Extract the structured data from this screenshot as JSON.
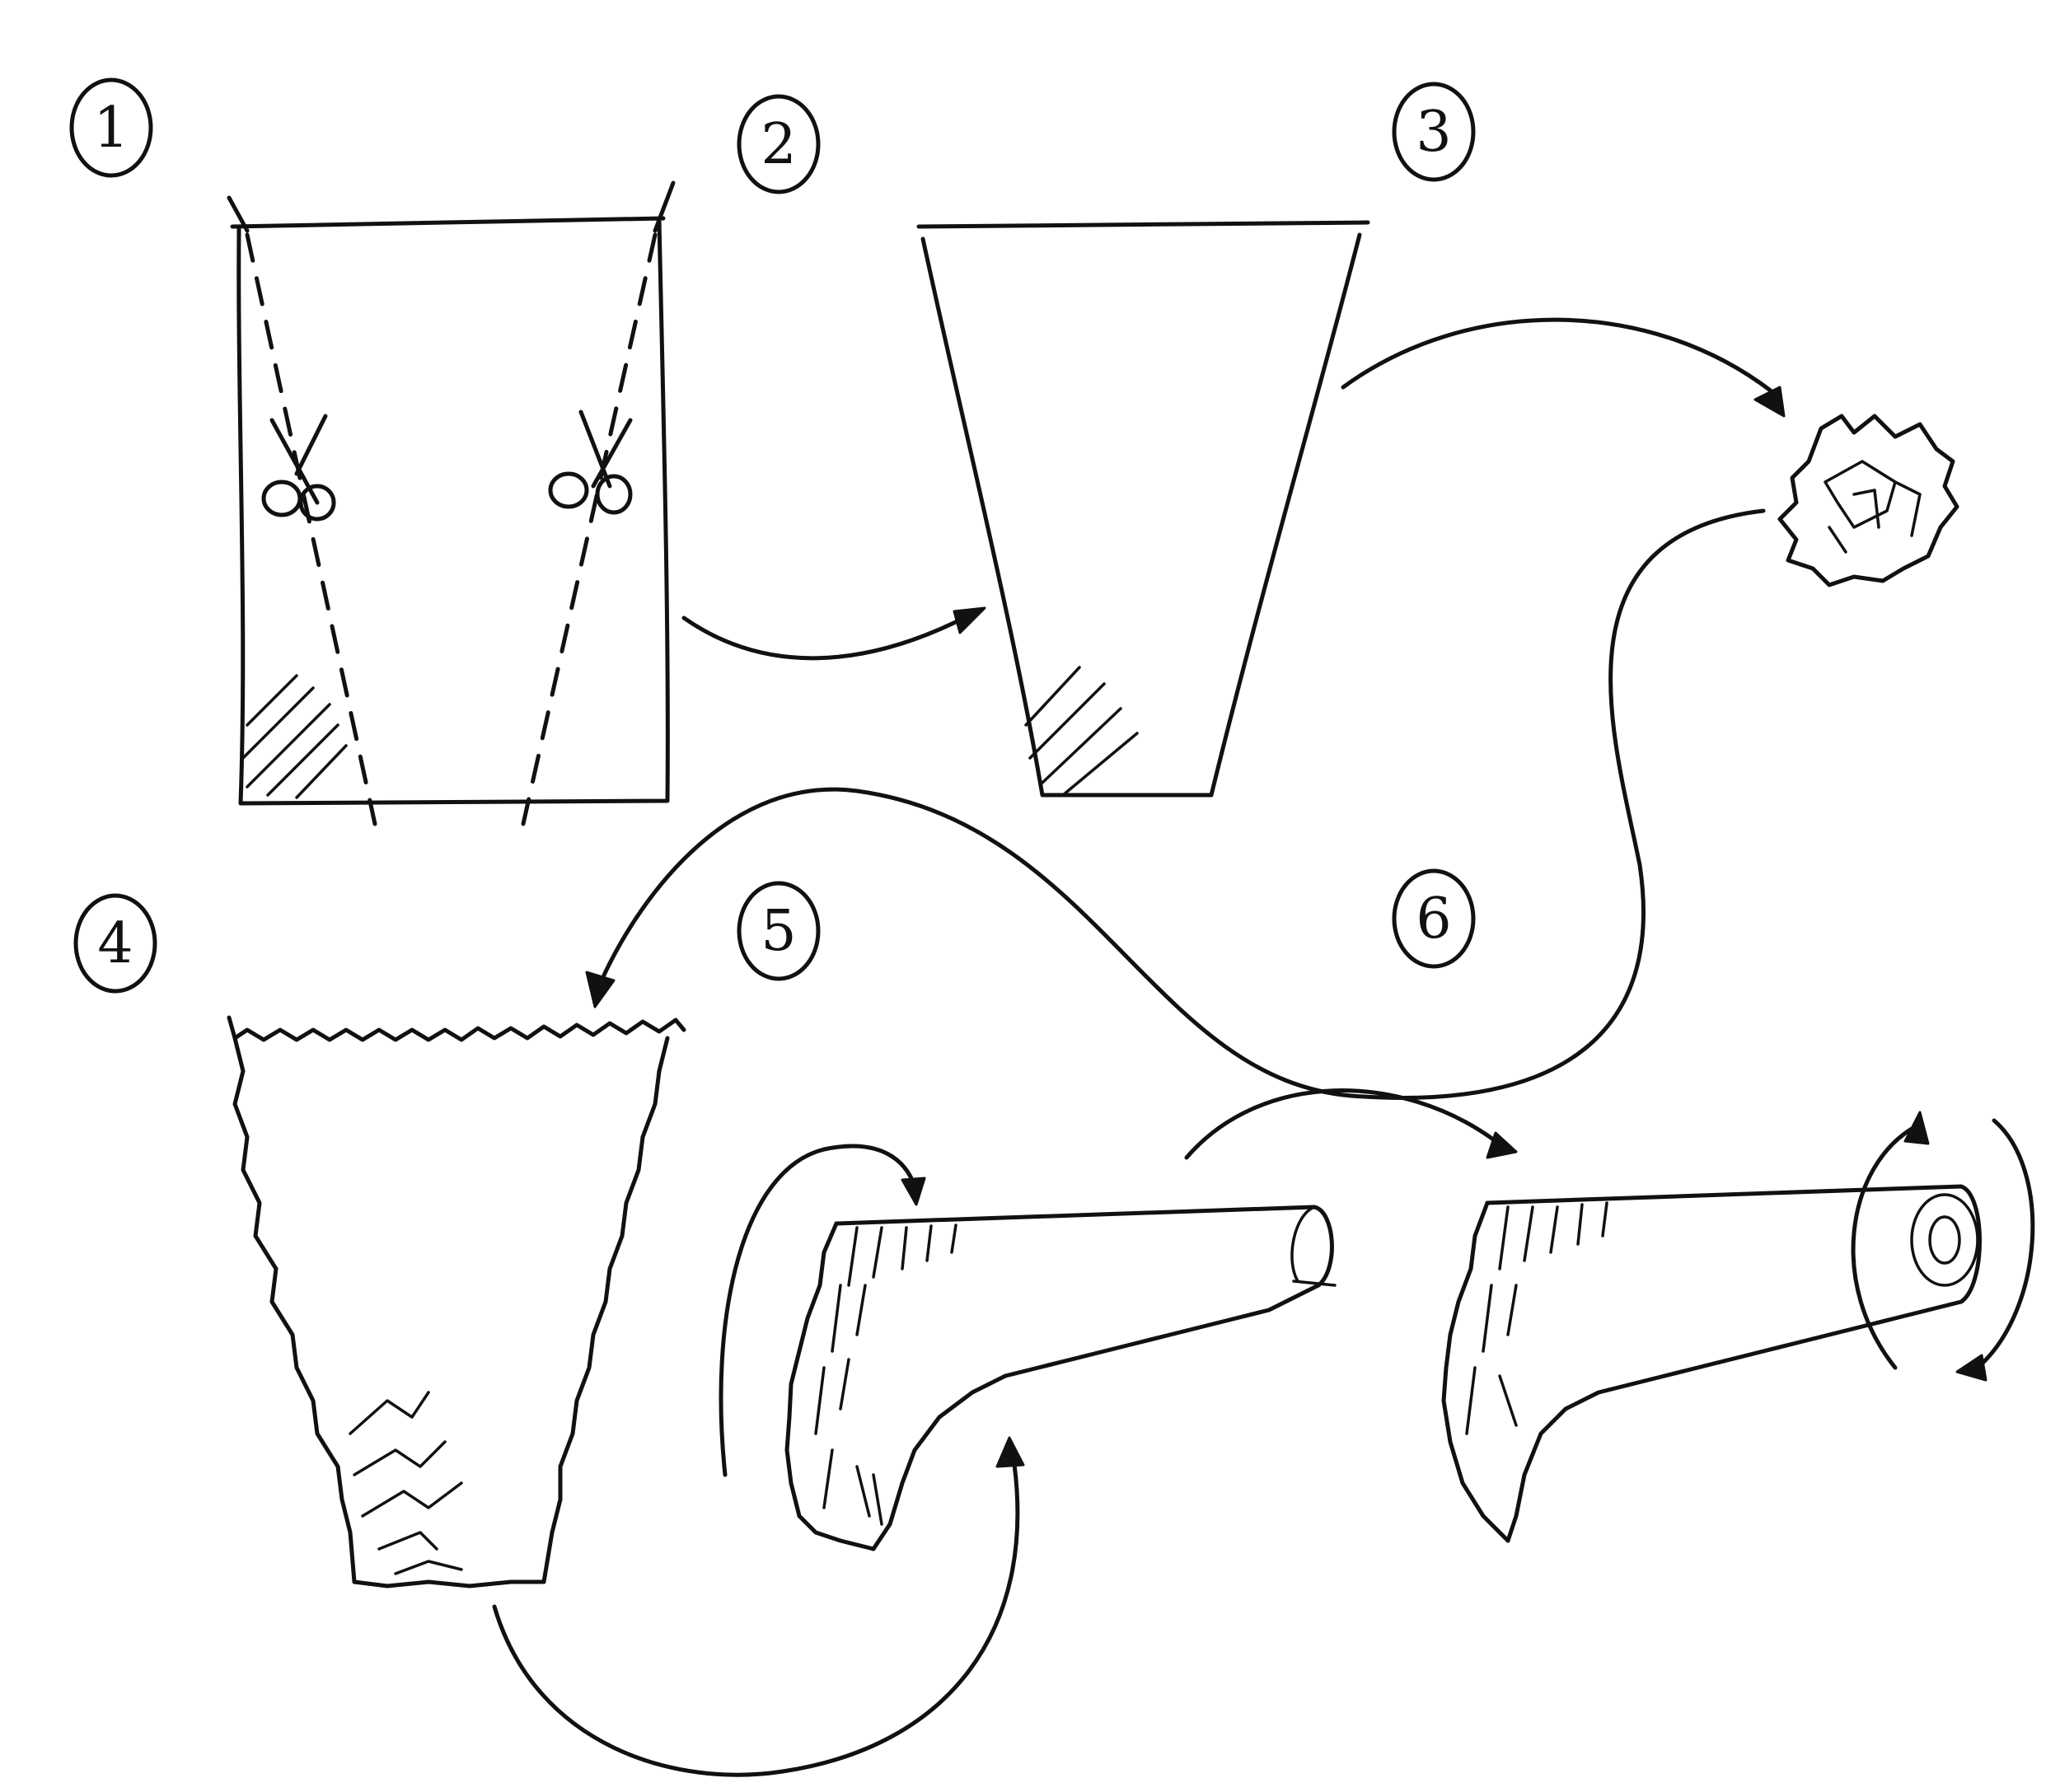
{
  "diagram": {
    "colors": {
      "ink": "#111111",
      "paper": "#ffffff"
    },
    "step_labels": [
      "1",
      "2",
      "3",
      "4",
      "5",
      "6"
    ],
    "icons": [
      "scissors-icon",
      "scissors-icon"
    ]
  }
}
